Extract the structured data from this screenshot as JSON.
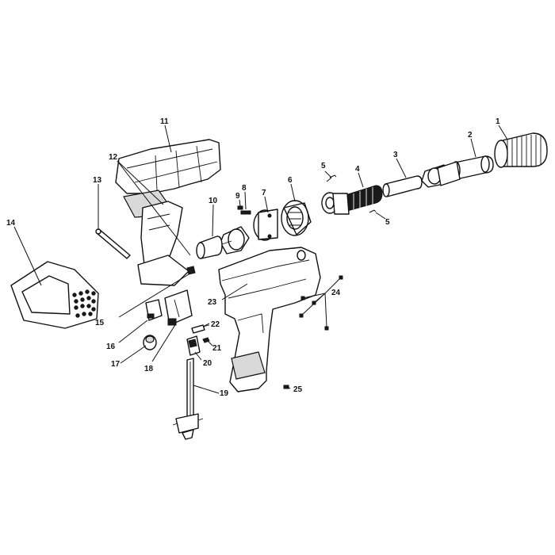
{
  "diagram": {
    "parts": [
      {
        "id": "p1",
        "label": "1"
      },
      {
        "id": "p2",
        "label": "2"
      },
      {
        "id": "p3",
        "label": "3"
      },
      {
        "id": "p4",
        "label": "4"
      },
      {
        "id": "p5a",
        "label": "5"
      },
      {
        "id": "p5b",
        "label": "5"
      },
      {
        "id": "p6",
        "label": "6"
      },
      {
        "id": "p7",
        "label": "7"
      },
      {
        "id": "p8",
        "label": "8"
      },
      {
        "id": "p9",
        "label": "9"
      },
      {
        "id": "p10",
        "label": "10"
      },
      {
        "id": "p11",
        "label": "11"
      },
      {
        "id": "p12",
        "label": "12"
      },
      {
        "id": "p13",
        "label": "13"
      },
      {
        "id": "p14",
        "label": "14"
      },
      {
        "id": "p15",
        "label": "15"
      },
      {
        "id": "p16",
        "label": "16"
      },
      {
        "id": "p17",
        "label": "17"
      },
      {
        "id": "p18",
        "label": "18"
      },
      {
        "id": "p19",
        "label": "19"
      },
      {
        "id": "p20",
        "label": "20"
      },
      {
        "id": "p21",
        "label": "21"
      },
      {
        "id": "p22",
        "label": "22"
      },
      {
        "id": "p23",
        "label": "23"
      },
      {
        "id": "p24",
        "label": "24"
      },
      {
        "id": "p25",
        "label": "25"
      }
    ]
  }
}
